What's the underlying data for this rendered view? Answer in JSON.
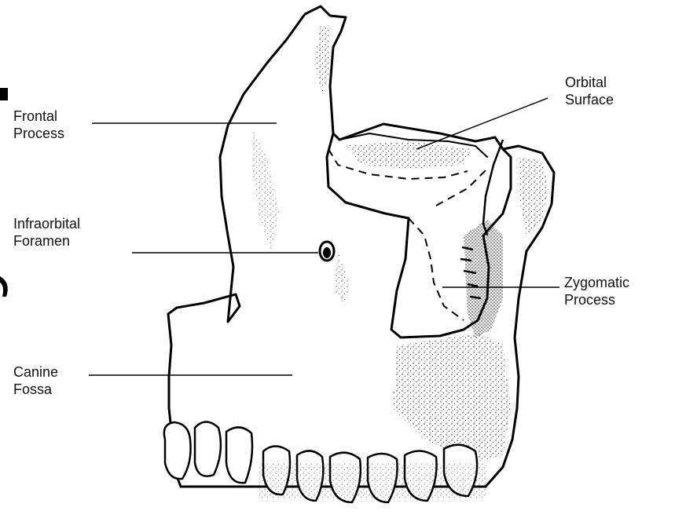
{
  "labels": {
    "frontal_process": [
      "Frontal",
      "Process"
    ],
    "orbital_surface": [
      "Orbital",
      "Surface"
    ],
    "infraorbital_foramen": [
      "Infraorbital",
      "Foramen"
    ],
    "zygomatic_process": [
      "Zygomatic",
      "Process"
    ],
    "canine_fossa": [
      "Canine",
      "Fossa"
    ]
  }
}
